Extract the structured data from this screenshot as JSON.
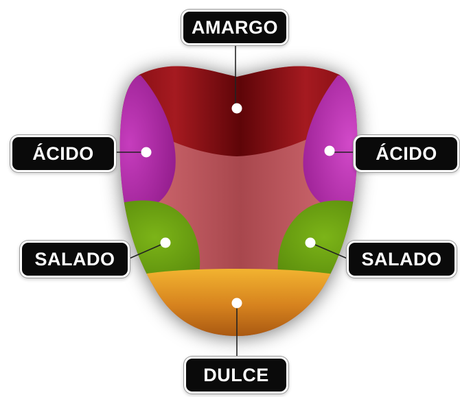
{
  "labels": {
    "amargo": "AMARGO",
    "acido_left": "ÁCIDO",
    "acido_right": "ÁCIDO",
    "salado_left": "SALADO",
    "salado_right": "SALADO",
    "dulce": "DULCE"
  },
  "colors": {
    "bitter_zone": "#8b0d12",
    "sour_zone": "#b025a8",
    "salty_zone": "#6fa312",
    "sweet_zone": "#e09a24",
    "tongue_base": "#b85358",
    "label_bg": "#0a0a0a",
    "label_text": "#ffffff"
  }
}
